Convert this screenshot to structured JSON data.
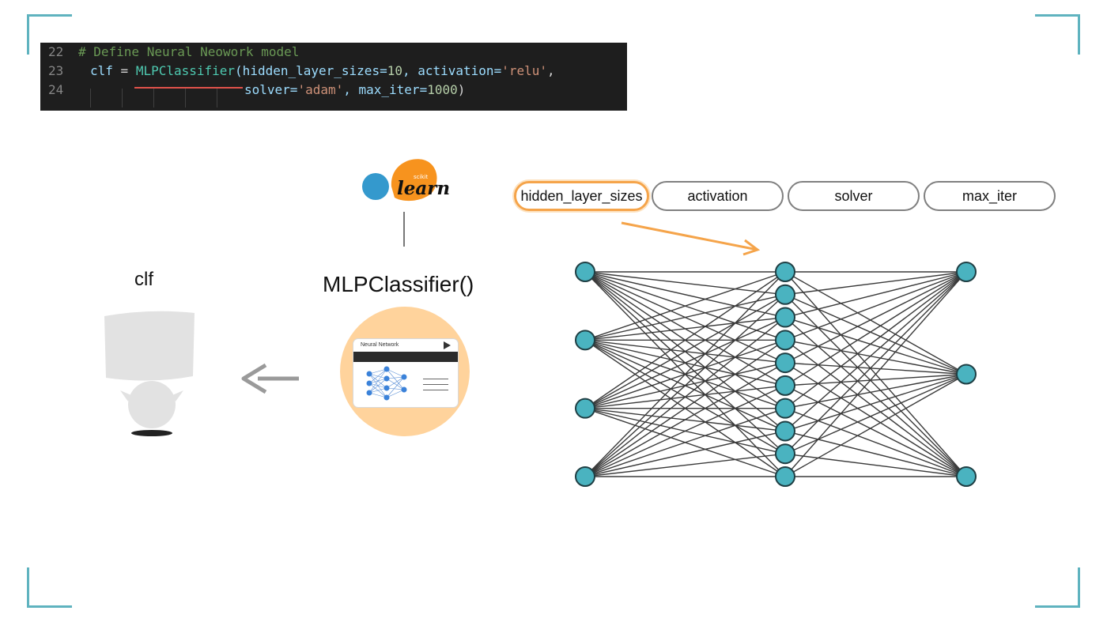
{
  "code": {
    "lines": [
      {
        "num": "22",
        "comment": "# Define Neural Neowork model"
      },
      {
        "num": "23",
        "var": "clf",
        "eq": " = ",
        "func": "MLPClassifier",
        "p1": "(hidden_layer_sizes=",
        "v1": "10",
        "p2": ", activation=",
        "v2": "'relu'",
        "p3": ","
      },
      {
        "num": "24",
        "p1": "solver=",
        "v1": "'adam'",
        "p2": ", max_iter=",
        "v2": "1000",
        "p3": ")"
      }
    ]
  },
  "logo": {
    "top_text": "scikit",
    "main_text": "learn"
  },
  "labels": {
    "clf": "clf",
    "mlp": "MLPClassifier()"
  },
  "card": {
    "title": "Neural Network"
  },
  "params": [
    "hidden_layer_sizes",
    "activation",
    "solver",
    "max_iter"
  ],
  "network": {
    "layer_sizes": [
      4,
      10,
      3
    ]
  },
  "colors": {
    "accent_teal": "#5fb3bf",
    "node": "#4ab3c0",
    "highlight_orange": "#f5a44a",
    "pill_border": "#808080"
  }
}
